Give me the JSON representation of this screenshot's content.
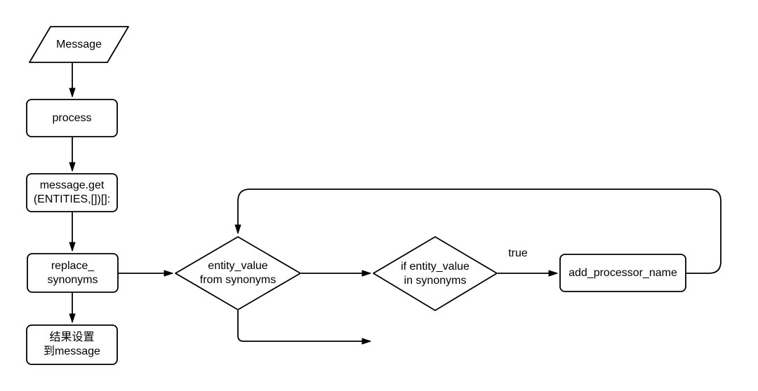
{
  "diagram": {
    "title": "replace_synonyms flowchart",
    "colors": {
      "background": "#ffffff",
      "shape_fill": "#ffffff",
      "stroke": "#000000",
      "text": "#000000"
    },
    "nodes": {
      "message": {
        "label": "Message",
        "shape": "parallelogram"
      },
      "process": {
        "label": "process",
        "shape": "rounded-rect"
      },
      "message_get": {
        "label": "message.get\n(ENTITIES,[])[]:",
        "shape": "rounded-rect"
      },
      "replace_synonyms": {
        "label": "replace_\nsynonyms",
        "shape": "rounded-rect"
      },
      "set_result_to_message": {
        "label": "结果设置\n到message",
        "shape": "rounded-rect"
      },
      "entity_value_from_synonyms": {
        "label": "entity_value\nfrom synonyms",
        "shape": "diamond"
      },
      "if_entity_value_in_synonyms": {
        "label": "if entity_value\nin synonyms",
        "shape": "diamond"
      },
      "add_processor_name": {
        "label": "add_processor_name",
        "shape": "rounded-rect"
      }
    },
    "edges": {
      "true_label": "true"
    }
  }
}
